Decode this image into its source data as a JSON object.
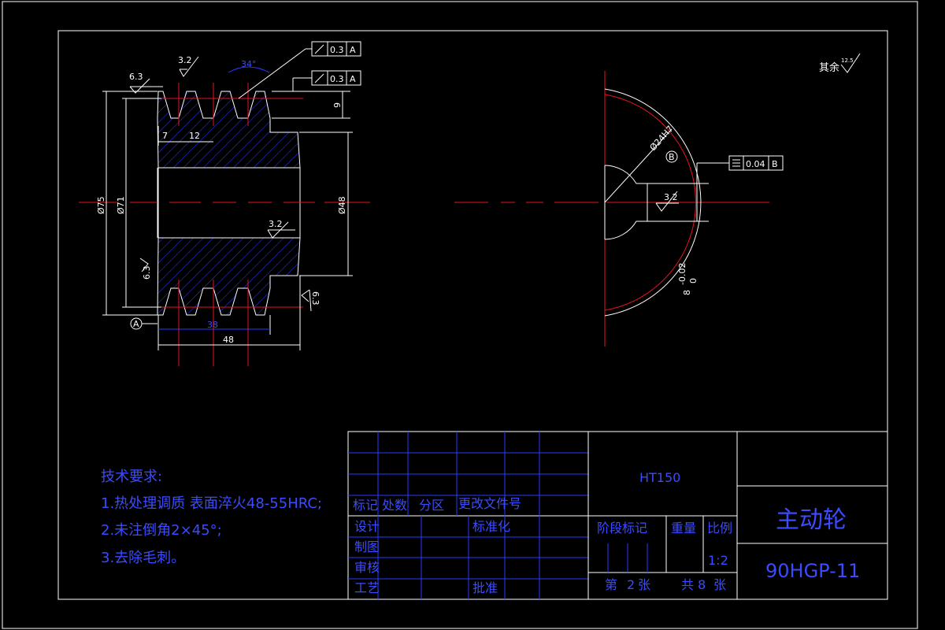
{
  "dims": {
    "roughness_top": "3.2",
    "roughness_left": "6.3",
    "angle": "34°",
    "runout_1": "0.3",
    "runout_1_datum": "A",
    "runout_2": "0.3",
    "runout_2_datum": "A",
    "dim_9": "9",
    "dim_7": "7",
    "dim_12": "12",
    "dia_75": "Ø75",
    "dia_71": "Ø71",
    "dia_48": "Ø48",
    "rough_bore": "3.2",
    "rough_side_left": "6.3",
    "rough_side_right": "6.3",
    "dim_38": "38",
    "dim_48": "48",
    "datum_a": "A",
    "bore_dia": "Ø24H7",
    "datum_b": "B",
    "sym_tol": "0.04",
    "sym_datum": "B",
    "keyway_rough": "3.2",
    "keyway_width": "8",
    "keyway_tol_top": "-0.02",
    "keyway_tol_bot": "0",
    "others_label": "其余",
    "others_value": "12.5"
  },
  "notes": {
    "title": "技术要求:",
    "line1": "1.热处理调质 表面淬火48-55HRC;",
    "line2": "2.未注倒角2×45°;",
    "line3": "3.去除毛刺。"
  },
  "title_block": {
    "material": "HT150",
    "part_name": "主动轮",
    "drawing_no": "90HGP-11",
    "col_mark": "标记",
    "col_count": "处数",
    "col_zone": "分区",
    "col_doc": "更改文件号",
    "row_design": "设计",
    "row_standard": "标准化",
    "row_draw": "制图",
    "row_check": "审核",
    "row_process": "工艺",
    "row_approve": "批准",
    "stage_mark": "阶段标记",
    "weight": "重量",
    "scale_label": "比例",
    "scale": "1:2",
    "sheet_prefix": "第",
    "sheet_no": "2",
    "sheet_unit": "张",
    "total_prefix": "共",
    "total_no": "8",
    "total_unit": "张"
  },
  "colors": {
    "outline": "#ffffff",
    "centerline": "#e8141f",
    "annotation": "#2a3cff"
  }
}
